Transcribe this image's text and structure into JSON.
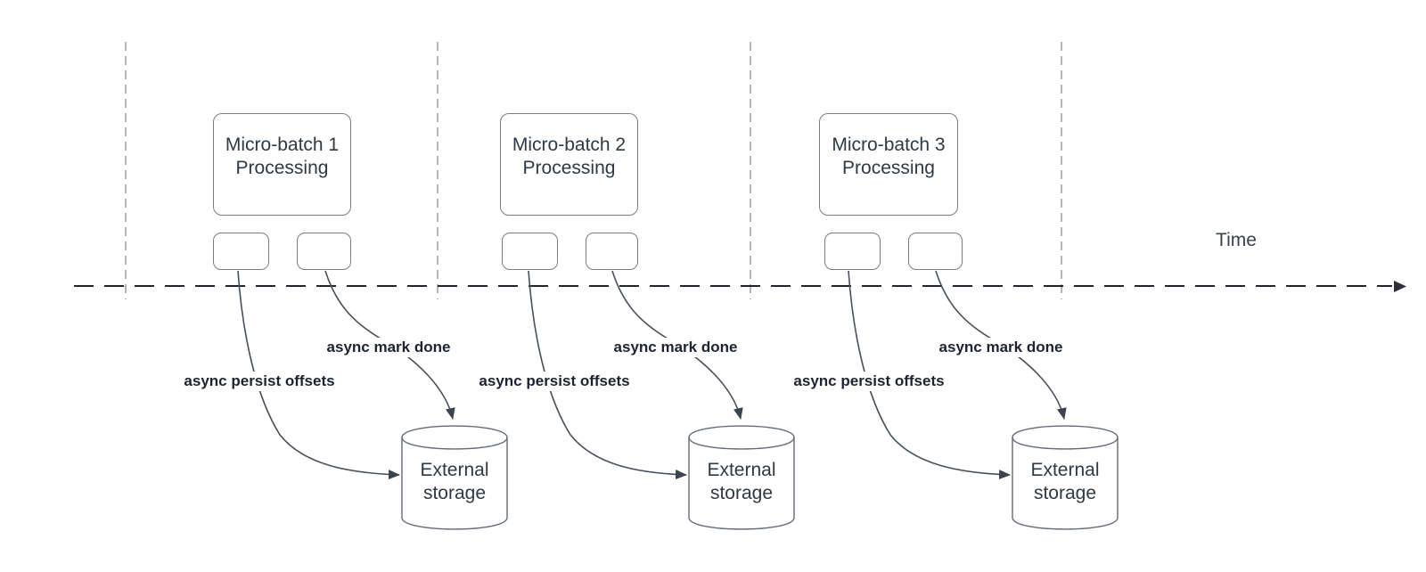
{
  "diagram": {
    "time_axis_label": "Time",
    "batches": [
      {
        "processing_label": "Micro-batch 1\nProcessing",
        "persist_offsets_label": "async persist offsets",
        "mark_done_label": "async mark done",
        "storage_label": "External\nstorage"
      },
      {
        "processing_label": "Micro-batch 2\nProcessing",
        "persist_offsets_label": "async persist offsets",
        "mark_done_label": "async mark done",
        "storage_label": "External\nstorage"
      },
      {
        "processing_label": "Micro-batch 3\nProcessing",
        "persist_offsets_label": "async persist offsets",
        "mark_done_label": "async mark done",
        "storage_label": "External\nstorage"
      }
    ],
    "colors": {
      "background": "#ffffff",
      "box_stroke": "#7d7d7d",
      "box_text": "#2e3945",
      "lane_divider": "#a9a9a9",
      "timeline": "#20242b",
      "arrow": "#3c444f",
      "edge_label_text": "#1b2430",
      "cylinder_stroke": "#636b75"
    }
  }
}
